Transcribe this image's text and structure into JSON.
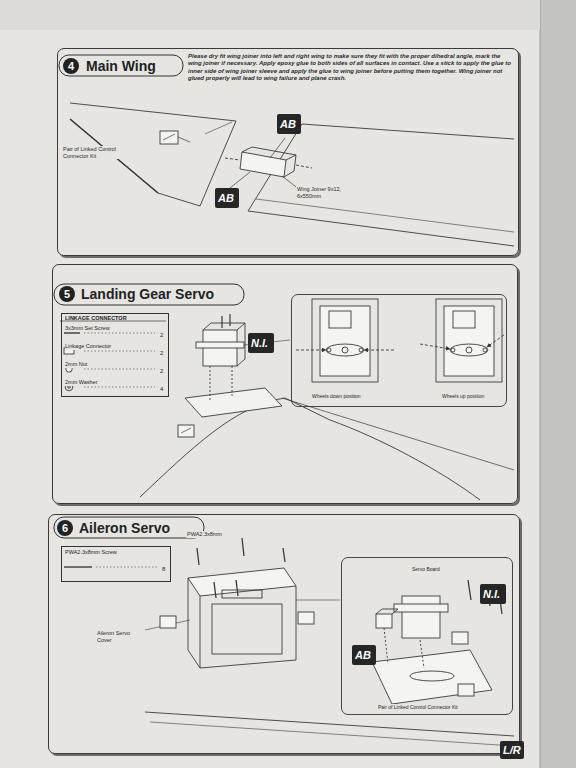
{
  "diagram": {
    "nodes": [
      {
        "text": [
          "4",
          "Main Wing",
          "Please dry fit wing joiner into left and right wing to make sure they fit with the proper dihedral angle, mark the wing joiner if necessary. Apply epoxy glue to both sides of all surfaces in contact. Use a stick to apply the glue to inner side of wing joiner sleeve and apply the glue to wing joiner before putting them together. Wing joiner not glued properly will lead to wing failure and plane crash."
        ]
      },
      {
        "text": [
          "AB"
        ],
        "in": 0
      },
      {
        "text": [
          "AB"
        ],
        "in": 0
      },
      {
        "text": [
          "5",
          "Landing Gear Servo"
        ]
      },
      {
        "text": [
          "LINKAGE CONNECTOR",
          "3x3mm Set Screw",
          "2",
          "Linkage Connector",
          "2",
          "2mm Nut",
          "2",
          "2mm Washer",
          "4"
        ],
        "in": 3
      },
      {
        "text": [
          "N.I."
        ],
        "in": 3
      },
      {
        "text": [
          "Wheels down position",
          "Wheels up position"
        ],
        "in": 3
      },
      {
        "text": [
          "6",
          "Aileron Servo"
        ]
      },
      {
        "text": [
          "PWA2.3x8mm Screw",
          "8"
        ],
        "in": 7
      },
      {
        "text": [
          "Servo Board",
          "Pair of Linked Control Connector Kit"
        ],
        "in": 7
      },
      {
        "text": [
          "AB"
        ],
        "in": 9
      },
      {
        "text": [
          "N.I."
        ],
        "in": 9
      },
      {
        "text": [
          "L/R"
        ]
      }
    ],
    "labels": [
      "Pair of Linked Control Connector Kit",
      "Wing Joiner 9x12, 6x550mm",
      "PWA2.3x8mm",
      "Aileron Servo Cover"
    ]
  }
}
